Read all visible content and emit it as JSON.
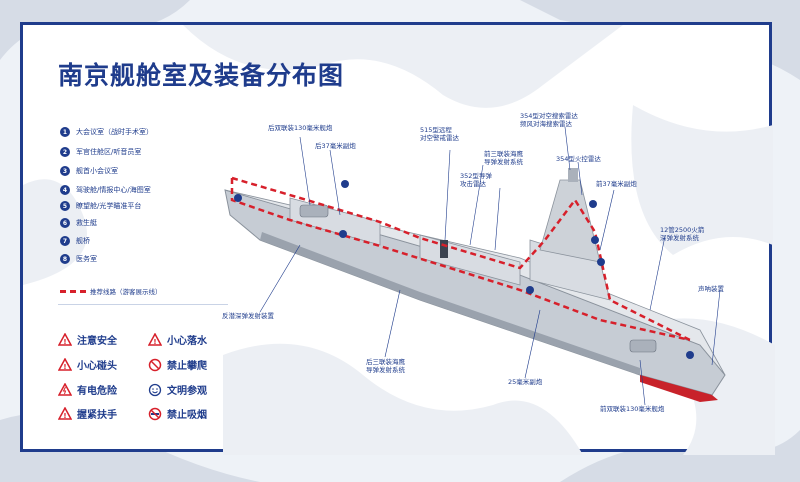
{
  "title": "南京舰舱室及装备分布图",
  "legend": [
    {
      "num": "1",
      "label": "大会议室（战时手术室）"
    },
    {
      "num": "2",
      "label": "军官住舱区/听音员室"
    },
    {
      "num": "3",
      "label": "舰首小会议室"
    },
    {
      "num": "4",
      "label": "驾驶舱/情报中心/海图室"
    },
    {
      "num": "5",
      "label": "瞭望舱/光学瞄准平台"
    },
    {
      "num": "6",
      "label": "救生艇"
    },
    {
      "num": "7",
      "label": "舰桥"
    },
    {
      "num": "8",
      "label": "医务室"
    }
  ],
  "route_legend": "推荐线路（游客展示线）",
  "warnings": [
    {
      "icon": "warning-triangle-icon",
      "label": "注意安全"
    },
    {
      "icon": "warning-triangle-icon",
      "label": "小心落水"
    },
    {
      "icon": "warning-triangle-icon",
      "label": "小心碰头"
    },
    {
      "icon": "no-climb-icon",
      "label": "禁止攀爬"
    },
    {
      "icon": "electric-warning-icon",
      "label": "有电危险"
    },
    {
      "icon": "smile-icon",
      "label": "文明参观"
    },
    {
      "icon": "warning-triangle-icon",
      "label": "握紧扶手"
    },
    {
      "icon": "no-smoking-icon",
      "label": "禁止吸烟"
    }
  ],
  "callouts": {
    "rear_130": "后双联装130毫米舰炮",
    "rear_37": "后37毫米副炮",
    "radar_515": "515型远程\n对空警戒雷达",
    "radar_354": "354型对空搜索雷达\n频风对海搜索雷达",
    "front_triple": "前三联装海鹰\n导弹发射系统",
    "guidance_352": "352型导弹\n攻击雷达",
    "fire_354": "354型火控雷达",
    "front_37": "前37毫米副炮",
    "rocket_12": "12管2500火箭\n深弹发射系统",
    "sonar": "声呐装置",
    "asw": "反潜深弹发射装置",
    "rear_triple": "后三联装海鹰\n导弹发射系统",
    "gun_25": "25毫米副炮",
    "front_130": "前双联装130毫米舰炮"
  },
  "colors": {
    "navy": "#1f3c8c",
    "route": "#d7202b",
    "hull": "#c6ccd4",
    "deck": "#e4e7eb"
  }
}
